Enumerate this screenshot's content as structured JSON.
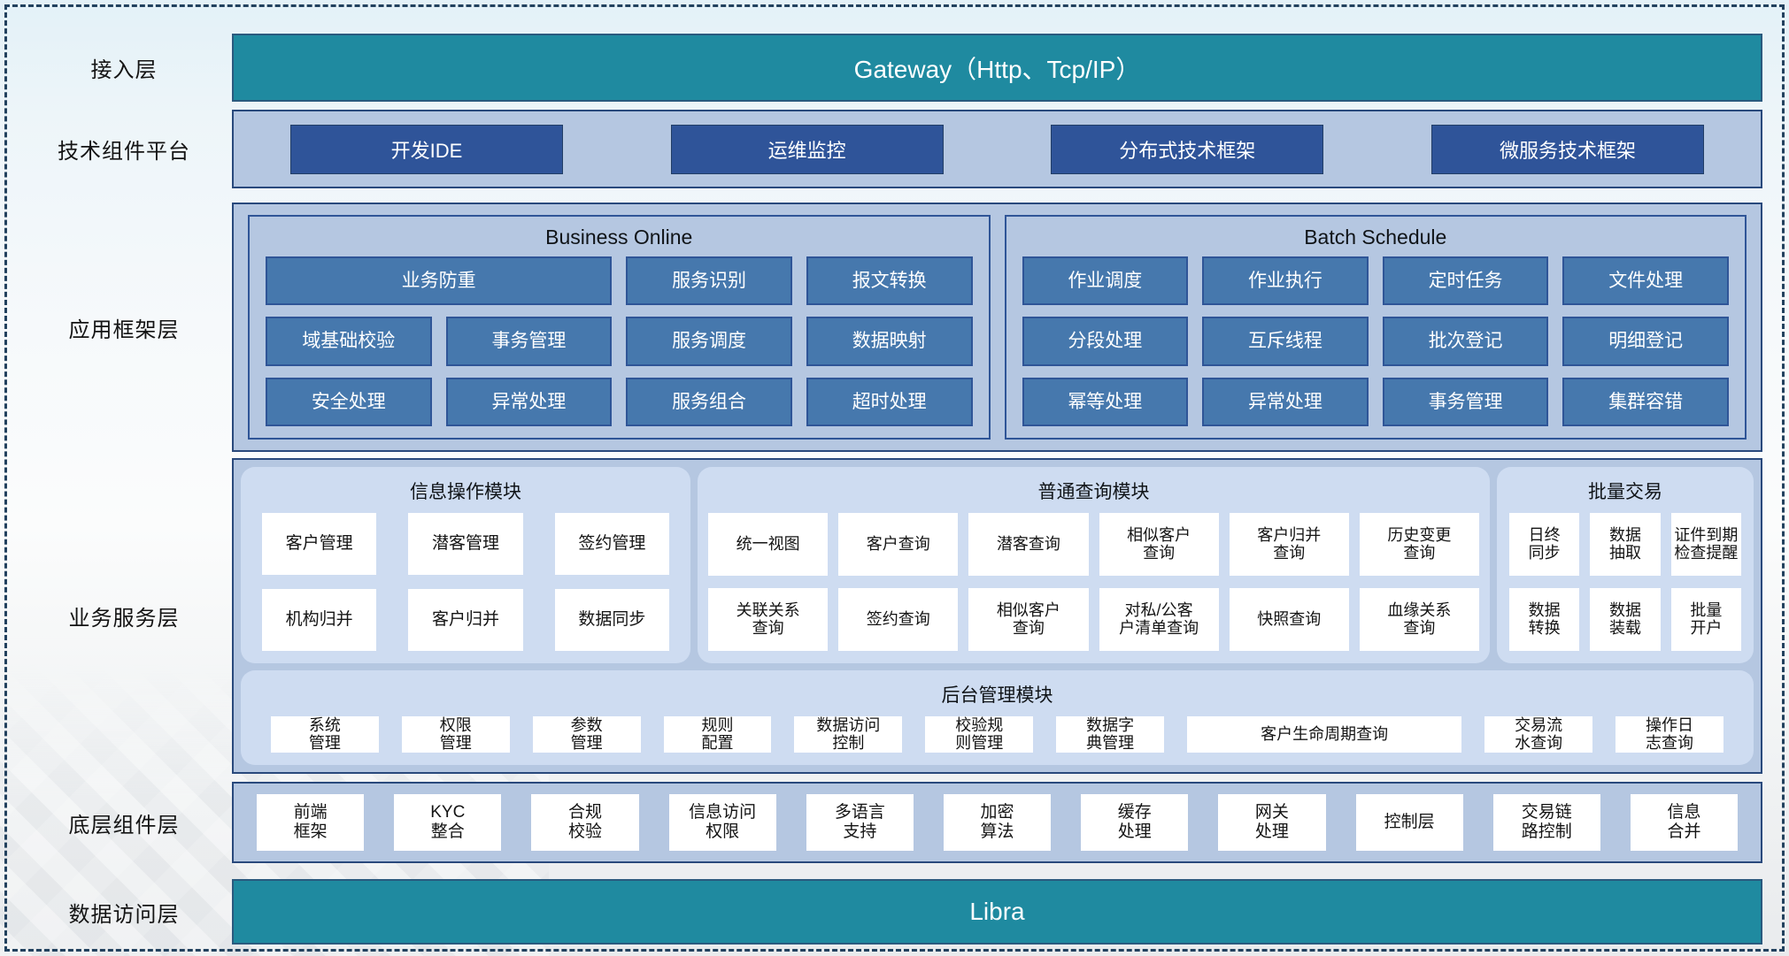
{
  "colors": {
    "teal": "#1F8AA0",
    "navy": "#2F5499",
    "mid_blue": "#4678AD",
    "panel_fill": "#B5C7E1",
    "panel_inner": "#CEDCF1",
    "dashed_border": "#22415E",
    "white_button": "#FFFFFF"
  },
  "layers": {
    "access": {
      "label": "接入层",
      "bar": "Gateway（Http、Tcp/IP）"
    },
    "tech": {
      "label": "技术组件平台",
      "buttons": [
        "开发IDE",
        "运维监控",
        "分布式技术框架",
        "微服务技术框架"
      ]
    },
    "app": {
      "label": "应用框架层",
      "business_online": {
        "title": "Business Online",
        "buttons": [
          {
            "text": "业务防重",
            "span": 2
          },
          "服务识别",
          "报文转换",
          "域基础校验",
          "事务管理",
          "服务调度",
          "数据映射",
          "安全处理",
          "异常处理",
          "服务组合",
          "超时处理"
        ]
      },
      "batch_schedule": {
        "title": "Batch Schedule",
        "buttons": [
          "作业调度",
          "作业执行",
          "定时任务",
          "文件处理",
          "分段处理",
          "互斥线程",
          "批次登记",
          "明细登记",
          "幂等处理",
          "异常处理",
          "事务管理",
          "集群容错"
        ]
      }
    },
    "service": {
      "label": "业务服务层",
      "info_ops": {
        "title": "信息操作模块",
        "buttons": [
          "客户管理",
          "潜客管理",
          "签约管理",
          "机构归并",
          "客户归并",
          "数据同步"
        ]
      },
      "query": {
        "title": "普通查询模块",
        "buttons": [
          "统一视图",
          "客户查询",
          "潜客查询",
          "相似客户\n查询",
          "客户归并\n查询",
          "历史变更\n查询",
          "关联关系\n查询",
          "签约查询",
          "相似客户\n查询",
          "对私/公客\n户清单查询",
          "快照查询",
          "血缘关系\n查询"
        ]
      },
      "batch_trade": {
        "title": "批量交易",
        "buttons": [
          "日终\n同步",
          "数据\n抽取",
          "证件到期\n检查提醒",
          "数据\n转换",
          "数据\n装载",
          "批量\n开户"
        ]
      },
      "admin": {
        "title": "后台管理模块",
        "buttons": [
          "系统\n管理",
          "权限\n管理",
          "参数\n管理",
          "规则\n配置",
          "数据访问\n控制",
          "校验规\n则管理",
          "数据字\n典管理",
          {
            "text": "客户生命周期查询",
            "wide": true
          },
          "交易流\n水查询",
          "操作日\n志查询"
        ]
      }
    },
    "base": {
      "label": "底层组件层",
      "buttons": [
        "前端\n框架",
        "KYC\n整合",
        "合规\n校验",
        "信息访问\n权限",
        "多语言\n支持",
        "加密\n算法",
        "缓存\n处理",
        "网关\n处理",
        "控制层",
        "交易链\n路控制",
        "信息\n合并"
      ]
    },
    "data": {
      "label": "数据访问层",
      "bar": "Libra"
    }
  }
}
